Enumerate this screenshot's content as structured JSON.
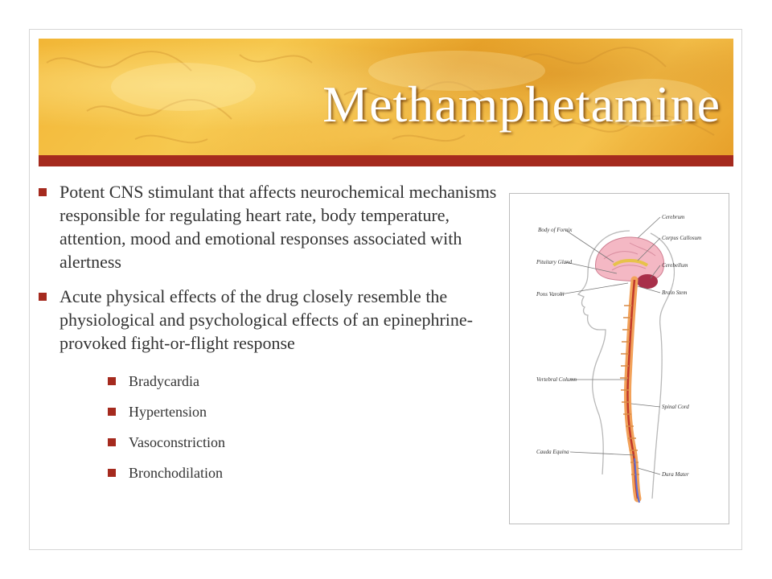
{
  "slide": {
    "title": "Methamphetamine",
    "bullets": [
      "Potent CNS stimulant that affects neurochemical mechanisms responsible for regulating heart rate, body temperature, attention, mood and emotional responses associated with alertness",
      "Acute physical effects of the drug closely resemble the physiological and psychological effects of an epinephrine-provoked fight-or-flight response"
    ],
    "sub_bullets": [
      "Bradycardia",
      "Hypertension",
      "Vasoconstriction",
      "Bronchodilation"
    ]
  },
  "figure": {
    "labels": {
      "cerebrum": "Cerebrum",
      "body_of_fornix": "Body of Fornix",
      "corpus_callosum": "Corpus Callosum",
      "pituitary_gland": "Pituitary Gland",
      "cerebellum": "Cerebellum",
      "pons_varolii": "Pons Varolii",
      "brain_stem": "Brain Stem",
      "vertebral_column": "Vertebral Column",
      "spinal_cord": "Spinal Cord",
      "cauda_equina": "Cauda Equina",
      "dura_mater": "Dura Mater"
    }
  },
  "colors": {
    "accent": "#a52a1e",
    "banner_gold": "#f2b636",
    "text": "#333333"
  }
}
